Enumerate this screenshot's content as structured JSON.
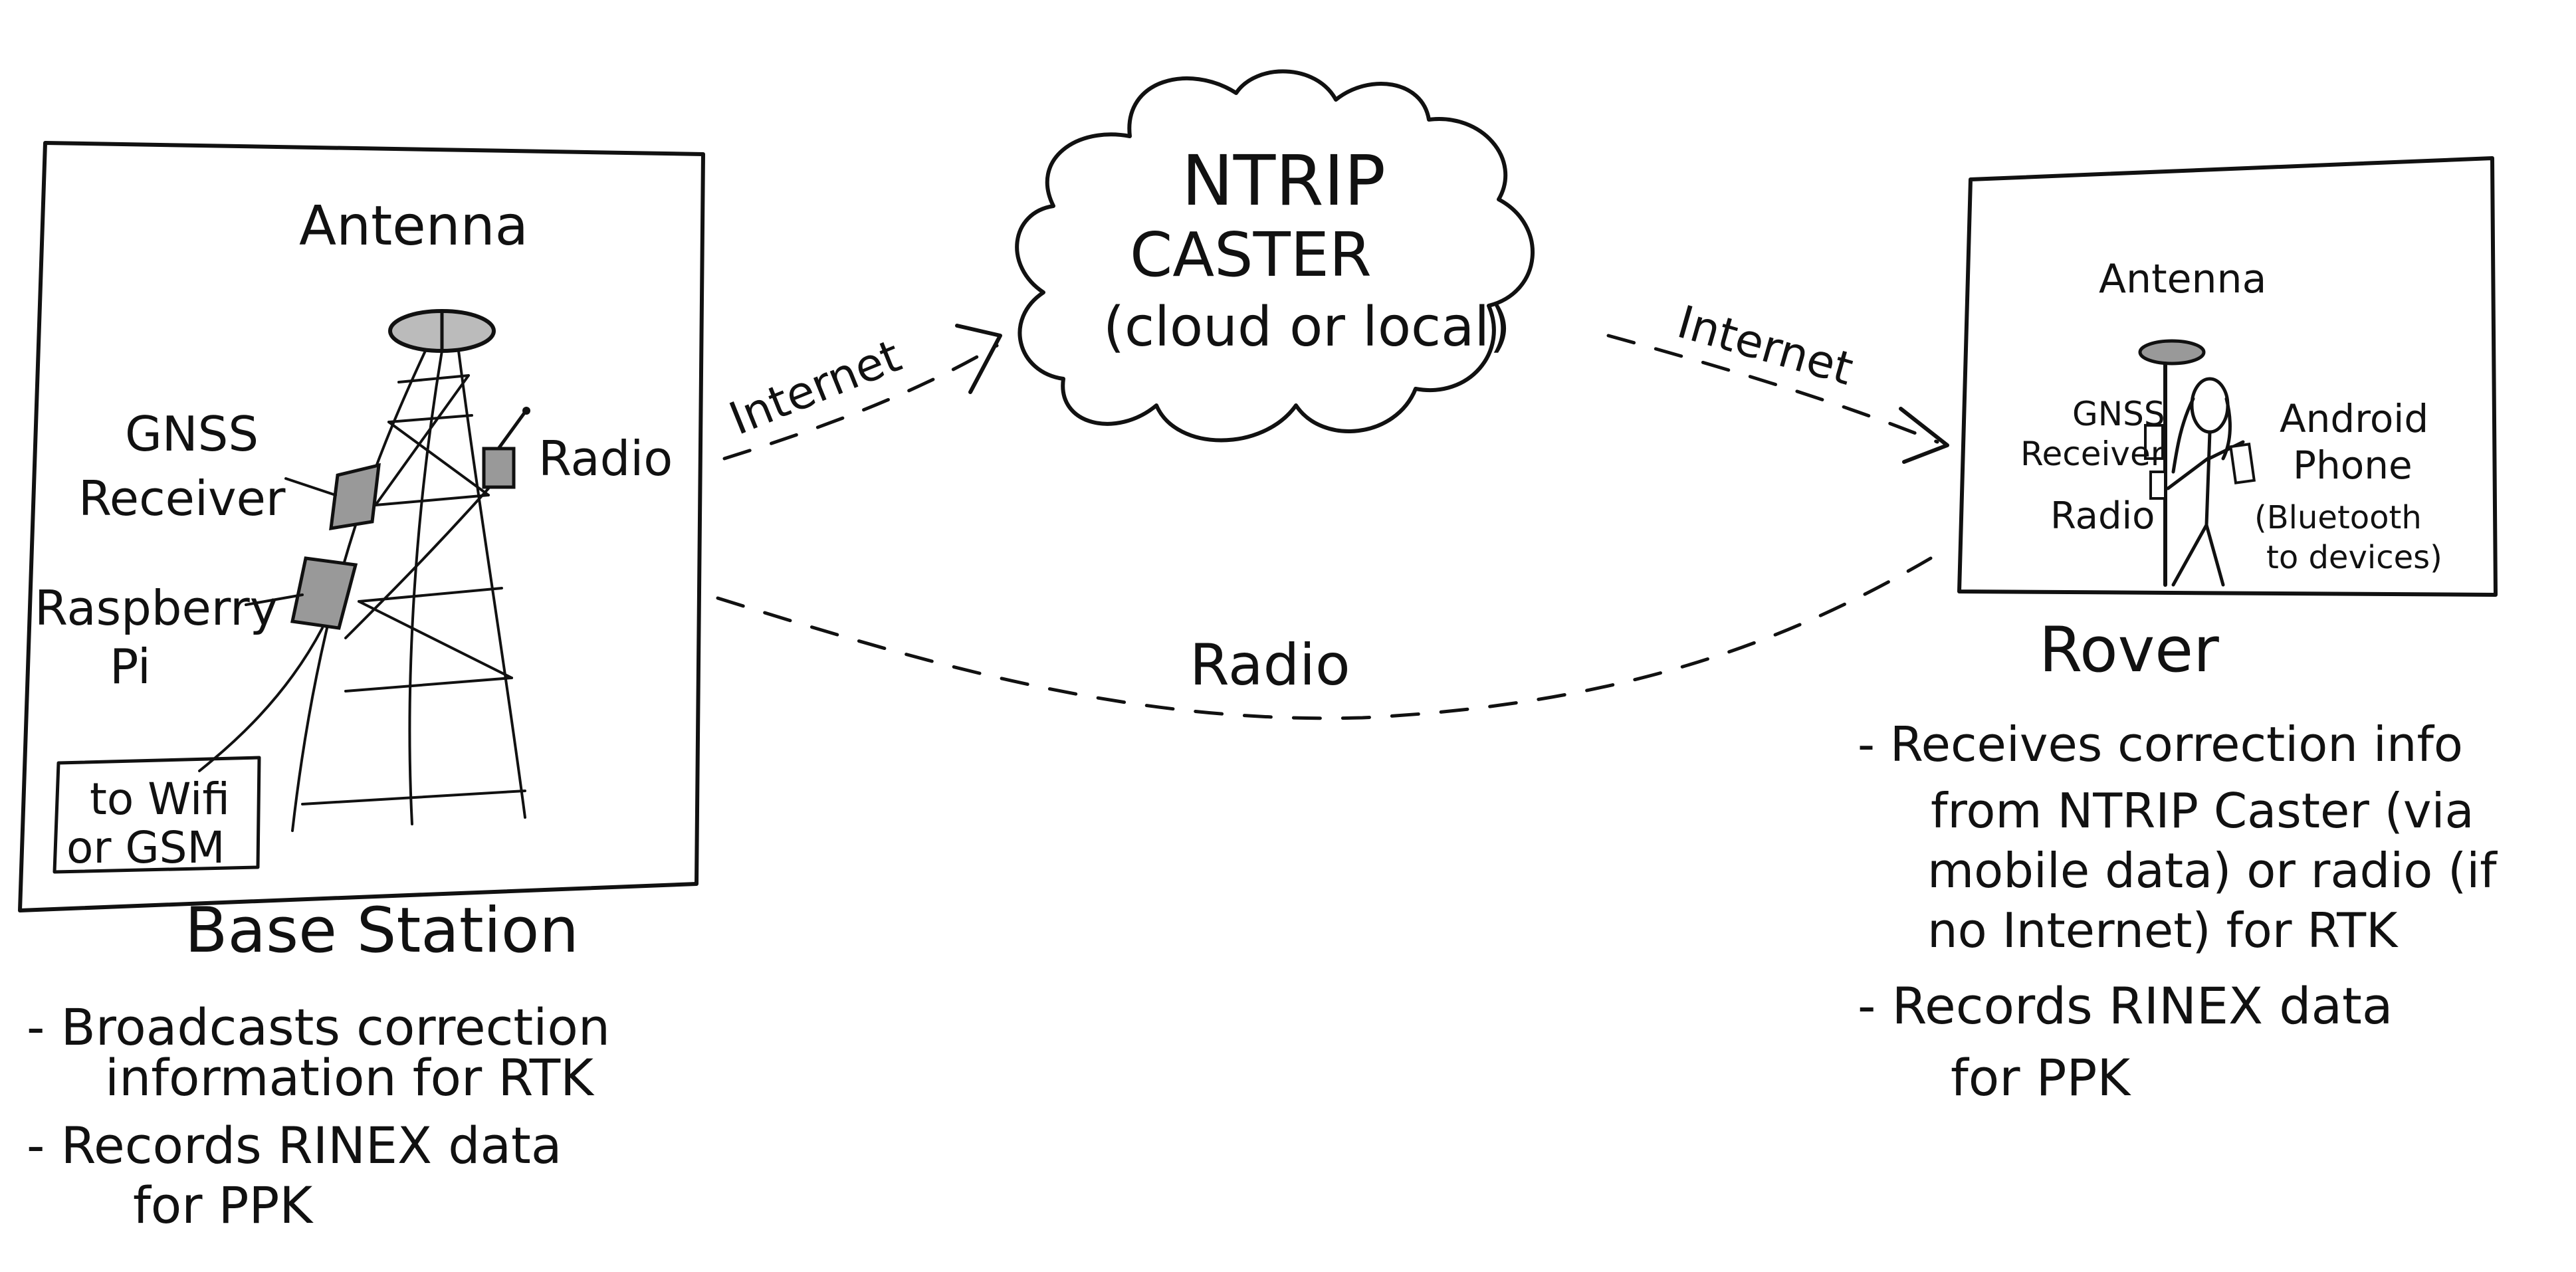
{
  "cloud": {
    "line1": "NTRIP",
    "line2": "CASTER",
    "line3": "(cloud or local)"
  },
  "links": {
    "left_internet": "Internet",
    "right_internet": "Internet",
    "radio": "Radio"
  },
  "base": {
    "antenna": "Antenna",
    "gnss_line1": "GNSS",
    "gnss_line2": "Receiver",
    "radio": "Radio",
    "pi_line1": "Raspberry",
    "pi_line2": "Pi",
    "wifi_line1": "to Wifi",
    "wifi_line2": "or GSM",
    "title": "Base Station",
    "bullet1_line1": "- Broadcasts correction",
    "bullet1_line2": "information for RTK",
    "bullet2_line1": "- Records RINEX data",
    "bullet2_line2": "for PPK"
  },
  "rover": {
    "antenna": "Antenna",
    "gnss_line1": "GNSS",
    "gnss_line2": "Receiver",
    "radio": "Radio",
    "phone_line1": "Android",
    "phone_line2": "Phone",
    "phone_line3": "(Bluetooth",
    "phone_line4": "to devices)",
    "title": "Rover",
    "bullet1_line1": "- Receives correction info",
    "bullet1_line2": "from NTRIP Caster (via",
    "bullet1_line3": "mobile data) or radio (if",
    "bullet1_line4": "no Internet) for RTK",
    "bullet2_line1": "- Records RINEX data",
    "bullet2_line2": "for PPK"
  }
}
